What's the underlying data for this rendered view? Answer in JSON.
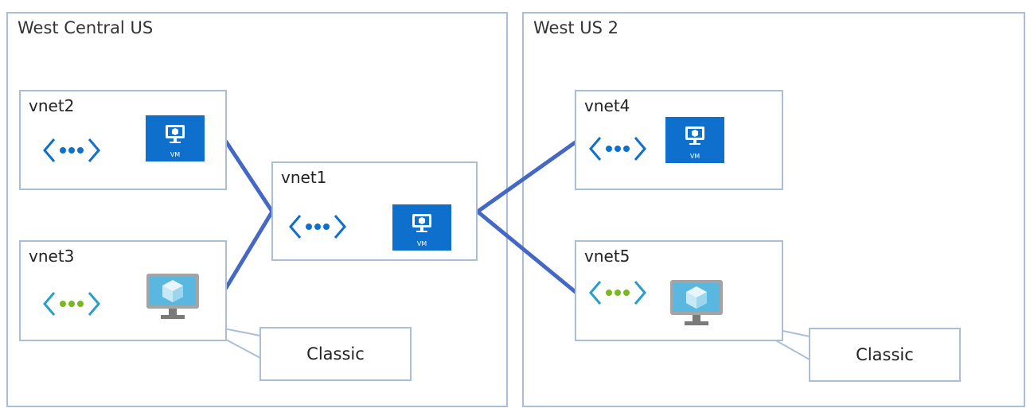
{
  "regions": {
    "west_central_us": {
      "title": "West Central US"
    },
    "west_us_2": {
      "title": "West US 2"
    }
  },
  "vnets": {
    "vnet1": {
      "label": "vnet1",
      "vm_label": "VM"
    },
    "vnet2": {
      "label": "vnet2",
      "vm_label": "VM"
    },
    "vnet3": {
      "label": "vnet3"
    },
    "vnet4": {
      "label": "vnet4",
      "vm_label": "VM"
    },
    "vnet5": {
      "label": "vnet5"
    }
  },
  "callouts": {
    "west": {
      "text": "Classic"
    },
    "east": {
      "text": "Classic"
    }
  },
  "colors": {
    "connection": "#4468c4",
    "vnet_blue": "#0f6fcc",
    "vnet_classic_dots": "#7ab820",
    "border": "#a9bfd8",
    "vm_tile": "#0f6fcc"
  },
  "icons": {
    "vnet": "virtual-network-icon",
    "vm": "virtual-machine-icon",
    "classic_vm": "classic-virtual-machine-icon"
  }
}
